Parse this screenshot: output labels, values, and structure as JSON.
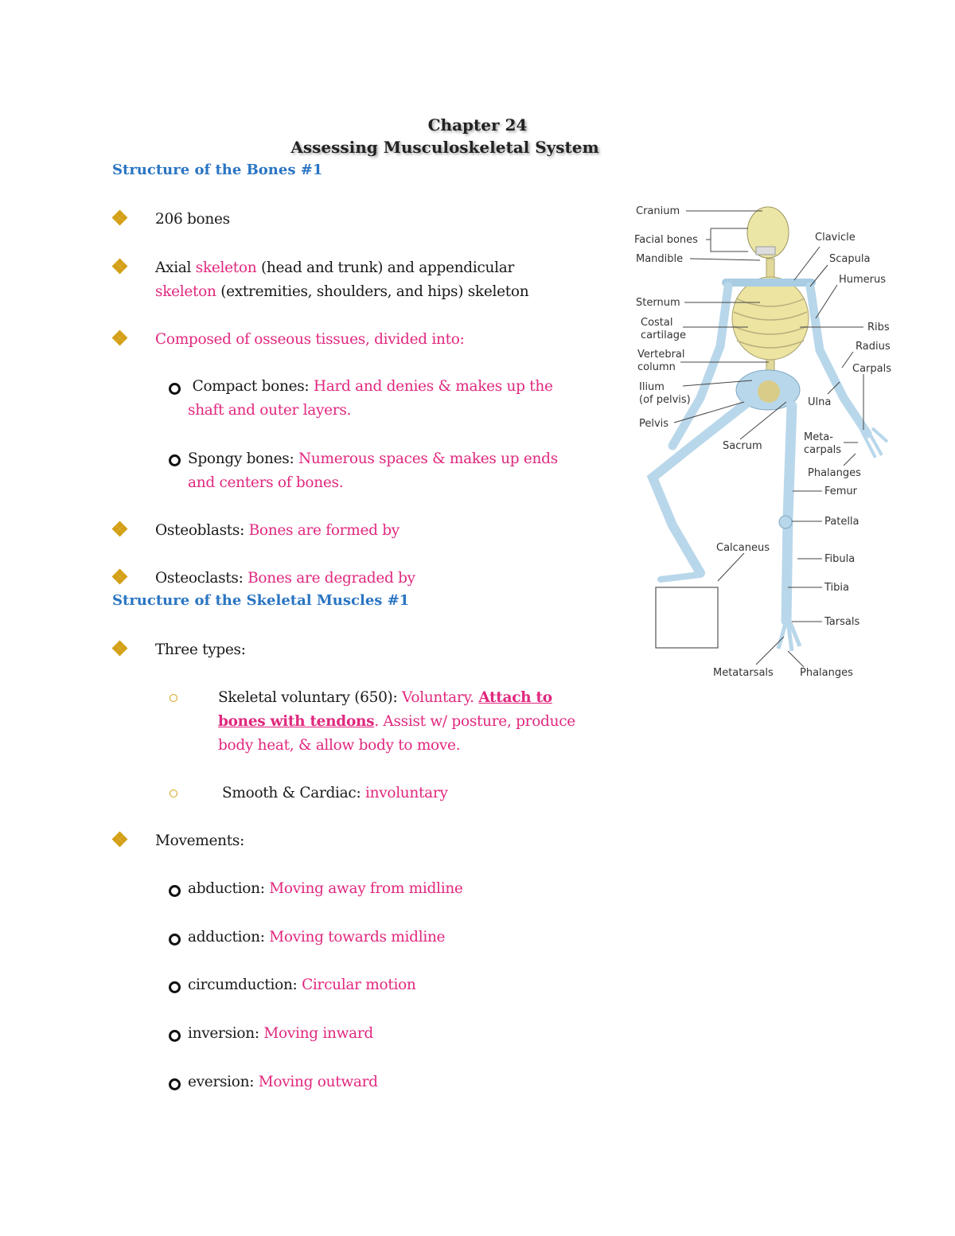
{
  "document": {
    "title_line1": "Chapter 24",
    "title_line2": "Assessing Musculoskeletal System"
  },
  "colors": {
    "heading": "#2a75c3",
    "definition": "#e0287e",
    "bullet": "#d4a017",
    "body": "#1a1a1a"
  },
  "section1": {
    "heading": "Structure of the Bones #1",
    "items": [
      {
        "text": "206 bones"
      },
      {
        "pre": "Axial ",
        "hl1": "skeleton",
        "mid": " (head and trunk) and appendicular",
        "hl2": "skeleton",
        "post": " (extremities, shoulders, and hips) skeleton"
      },
      {
        "text": "Composed of osseous tissues, divided into:"
      }
    ],
    "subitems": [
      {
        "term": "Compact bones: ",
        "def_line1": "Hard and denies & makes up the",
        "def_line2": "shaft and outer layers."
      },
      {
        "term": "Spongy bones: ",
        "def_line1": "Numerous spaces & makes up ends",
        "def_line2": "and centers of bones."
      }
    ],
    "cells": [
      {
        "term": "Osteoblasts: ",
        "def": "Bones are formed by"
      },
      {
        "term": "Osteoclasts: ",
        "def": "Bones are degraded by"
      }
    ]
  },
  "section2": {
    "heading": "Structure of the Skeletal Muscles #1",
    "types_label": "Three types:",
    "types": [
      {
        "term": "Skeletal voluntary (650): ",
        "def1": "Voluntary. ",
        "emph1": "Attach to",
        "emph2": "bones with tendons",
        "def2": ". Assist w/ posture, produce",
        "def3": "body heat, & allow body to move."
      },
      {
        "term": "Smooth & Cardiac: ",
        "def": "involuntary"
      }
    ],
    "movements_label": "Movements:",
    "movements": [
      {
        "term": "abduction: ",
        "def": "Moving away from midline"
      },
      {
        "term": "adduction: ",
        "def": "Moving towards midline"
      },
      {
        "term": "circumduction: ",
        "def": "Circular motion"
      },
      {
        "term": "inversion: ",
        "def": "Moving inward"
      },
      {
        "term": "eversion: ",
        "def": "Moving outward"
      }
    ]
  },
  "figure": {
    "labels_left": [
      "Cranium",
      "Facial bones",
      "Mandible",
      "Sternum",
      "Costal",
      "cartilage",
      "Vertebral",
      "column",
      "Ilium",
      "(of pelvis)",
      "Pelvis",
      "Sacrum",
      "Calcaneus",
      "Metatarsals"
    ],
    "labels_right": [
      "Clavicle",
      "Scapula",
      "Humerus",
      "Ribs",
      "Radius",
      "Carpals",
      "Ulna",
      "Meta-",
      "carpals",
      "Phalanges",
      "Femur",
      "Patella",
      "Fibula",
      "Tibia",
      "Tarsals",
      "Phalanges"
    ]
  }
}
